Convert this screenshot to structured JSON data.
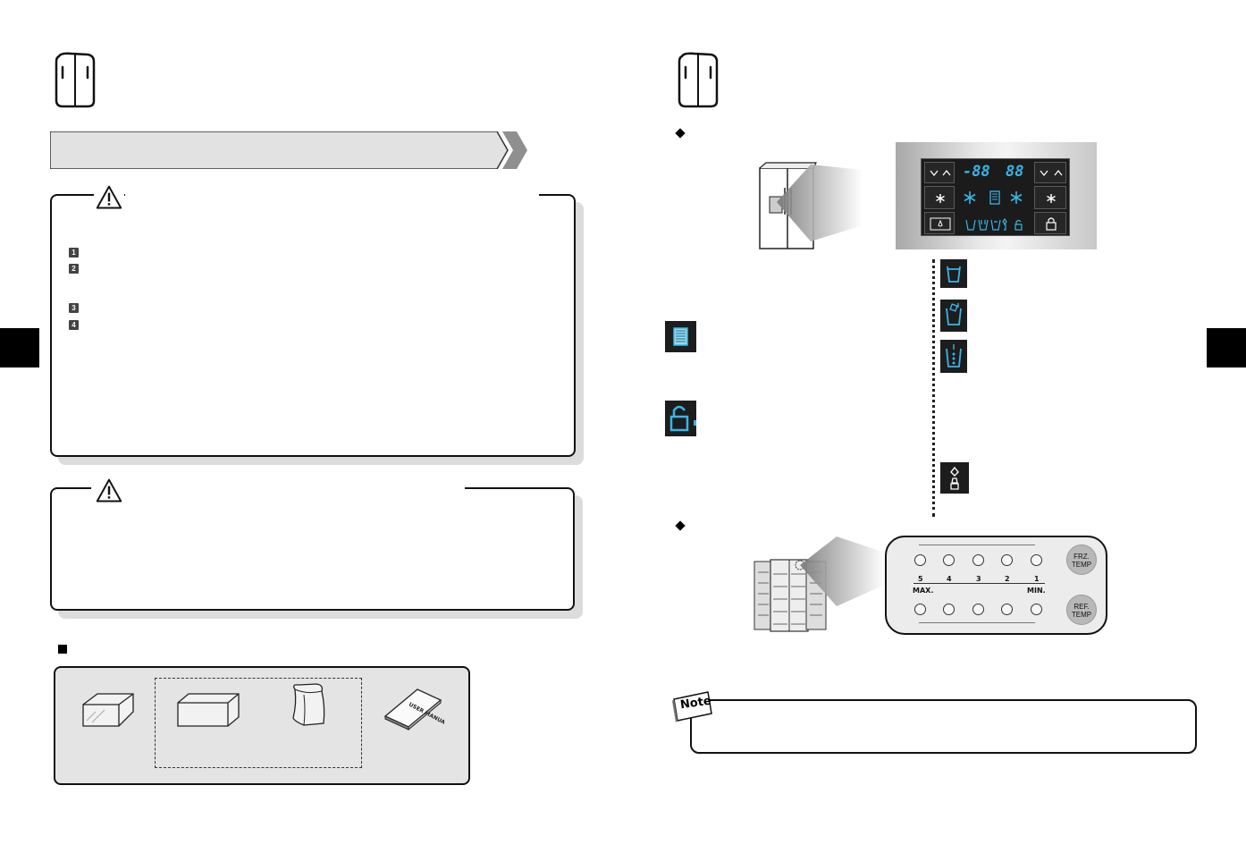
{
  "left_page": {
    "header_icon": "fridge-icon",
    "section_banner_icon": "chevron-right-icon",
    "warning_box": {
      "icon": "warning-triangle-icon",
      "list_markers": [
        "1",
        "2",
        "3",
        "4"
      ]
    },
    "caution_box": {
      "icon": "warning-triangle-icon"
    },
    "accessories": {
      "bullet_icon": "square-bullet-icon",
      "items": [
        "ice-bucket-icon",
        "ice-block-icon",
        "bag-icon",
        "manual-book-icon"
      ],
      "manual_cover_text": "USER MANUAL"
    }
  },
  "right_page": {
    "header_icon": "fridge-icon",
    "dispenser_panel": {
      "bullet_icon": "diamond-bullet-icon",
      "freezer_display": "-88",
      "fridge_display": "88",
      "side_icons": [
        "ice-filter-icon",
        "unlock-icon"
      ],
      "function_icons": [
        "water-cup-icon",
        "cubed-ice-icon",
        "crushed-ice-icon",
        "light-icon"
      ]
    },
    "temp_panel": {
      "bullet_icon": "diamond-bullet-icon",
      "levels": [
        "5",
        "4",
        "3",
        "2",
        "1"
      ],
      "max_label": "MAX.",
      "min_label": "MIN.",
      "frz_button": [
        "FRZ.",
        "TEMP"
      ],
      "ref_button": [
        "REF.",
        "TEMP"
      ]
    },
    "note": {
      "badge": "Note"
    }
  },
  "colors": {
    "lcd_blue": "#38b6e8",
    "panel_dark": "#1b1b1b",
    "tab_black": "#000000",
    "shadow_grey": "#dcdcdc"
  }
}
